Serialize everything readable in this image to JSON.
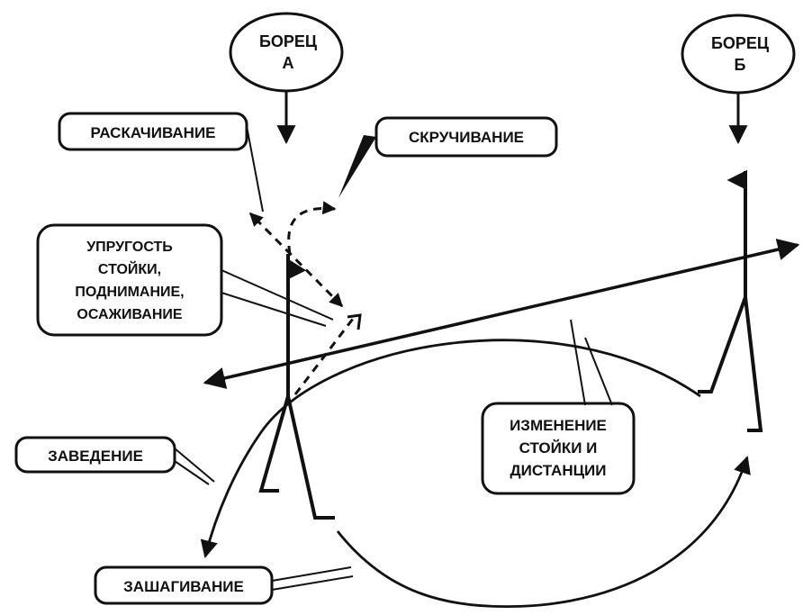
{
  "wrestlers": {
    "a": {
      "line1": "БОРЕЦ",
      "line2": "А"
    },
    "b": {
      "line1": "БОРЕЦ",
      "line2": "Б"
    }
  },
  "labels": {
    "raskachivanie": "РАСКАЧИВАНИЕ",
    "skruchivanie": "СКРУЧИВАНИЕ",
    "uprugost": [
      "УПРУГОСТЬ",
      "СТОЙКИ,",
      "ПОДНИМАНИЕ,",
      "ОСАЖИВАНИЕ"
    ],
    "zavedenie": "ЗАВЕДЕНИЕ",
    "izmenenie": [
      "ИЗМЕНЕНИЕ",
      "СТОЙКИ И",
      "ДИСТАНЦИИ"
    ],
    "zashagivanie": "ЗАШАГИВАНИЕ"
  },
  "colors": {
    "ink": "#111111",
    "background": "#ffffff"
  }
}
